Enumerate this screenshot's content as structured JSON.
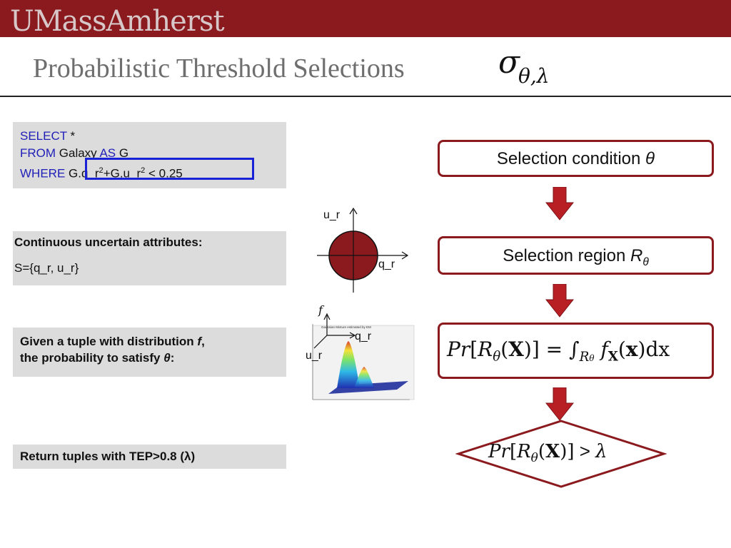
{
  "header": {
    "logo": "UMassAmherst",
    "title": "Probabilistic Threshold Selections",
    "operator_symbol": "σ",
    "operator_subscript": "θ,λ"
  },
  "sql": {
    "select_kw": "SELECT",
    "select_rest": " *",
    "from_kw": "FROM",
    "from_table": " Galaxy ",
    "as_kw": "AS",
    "alias": " G",
    "where_kw": "WHERE",
    "cond_a": " G.q_r",
    "cond_b": "+G.u_r",
    "cond_c": " < 0.25",
    "exponent": "2"
  },
  "attributes": {
    "heading": "Continuous uncertain attributes:",
    "set": "S={q_r, u_r}"
  },
  "tuple": {
    "line1_prefix": "Given a tuple with distribution ",
    "line1_f": "f",
    "line1_suffix": ",",
    "line2_prefix": "the probability to satisfy ",
    "line2_theta": "θ",
    "line2_suffix": ":"
  },
  "result": {
    "text": "Return tuples with TEP>0.8 (λ)"
  },
  "diagram": {
    "axis_y_label": "u_r",
    "axis_x_label": "q_r"
  },
  "plot3d": {
    "axis_f": "f",
    "axis_q": "q_r",
    "axis_u": "u_r",
    "plot_title": "Gaussian Mixture estimated by EM"
  },
  "flow": {
    "box1_prefix": "Selection condition ",
    "box1_symbol": "θ",
    "box2_prefix": "Selection region ",
    "box2_symbol": "R",
    "box2_sub": "θ",
    "eq_pr": "Pr",
    "eq_r": "R",
    "eq_theta": "θ",
    "eq_x": "X",
    "eq_eq": " = ",
    "eq_int": "∫",
    "eq_f": "f",
    "eq_fx": "X",
    "eq_x2": "x",
    "eq_dx": "dx",
    "diamond_gt": " > ",
    "diamond_lambda": "λ"
  },
  "colors": {
    "brand": "#8b1a1e",
    "keyword": "#1f1fb8",
    "highlight": "#1a22d8"
  }
}
